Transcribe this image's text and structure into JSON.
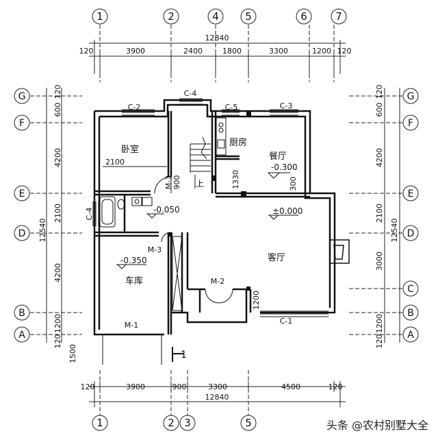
{
  "grid_top": [
    "1",
    "2",
    "4",
    "5",
    "6",
    "7"
  ],
  "grid_bottom": [
    "1",
    "2",
    "3",
    "5"
  ],
  "grid_left": [
    "G",
    "F",
    "E",
    "D",
    "B",
    "A"
  ],
  "grid_right": [
    "G",
    "F",
    "E",
    "D",
    "C",
    "B",
    "A"
  ],
  "dims_top_total": "12840",
  "dims_top": [
    "120",
    "3900",
    "2400",
    "1800",
    "3300",
    "1200",
    "120"
  ],
  "dims_bottom_total": "12840",
  "dims_bottom": [
    "120",
    "3900",
    "900",
    "3300",
    "4500",
    "120"
  ],
  "dims_left_total": "12540",
  "dims_left": [
    "120",
    "600",
    "4200",
    "2100",
    "4200",
    "1200",
    "120"
  ],
  "dims_right_total": "12540",
  "dims_right": [
    "120",
    "600",
    "4200",
    "2100",
    "3000",
    "1200",
    "120"
  ],
  "dim_1500": "1500",
  "rooms": {
    "bedroom": "卧室",
    "kitchen": "厨房",
    "dining": "餐厅",
    "living": "客厅",
    "garage": "车库"
  },
  "elevations": {
    "dining": "-0.300",
    "hall": "-0.050",
    "living": "±0.000",
    "garage": "-0.350"
  },
  "openings": {
    "c2": "C-2",
    "c4_top": "C-4",
    "c5": "C-5",
    "c3": "C-3",
    "c4_left": "C-4",
    "c1": "C-1",
    "m3_upper": "M-3",
    "m3_lower": "M-3",
    "m2": "M-2",
    "m1": "M-1"
  },
  "inner_dims": {
    "d2100": "2100",
    "d900": "900",
    "d1330": "1330",
    "d300": "300",
    "d1200": "1200"
  },
  "stair_label": "上",
  "section_mark": "1",
  "watermark": "头条 @农村别墅大全"
}
